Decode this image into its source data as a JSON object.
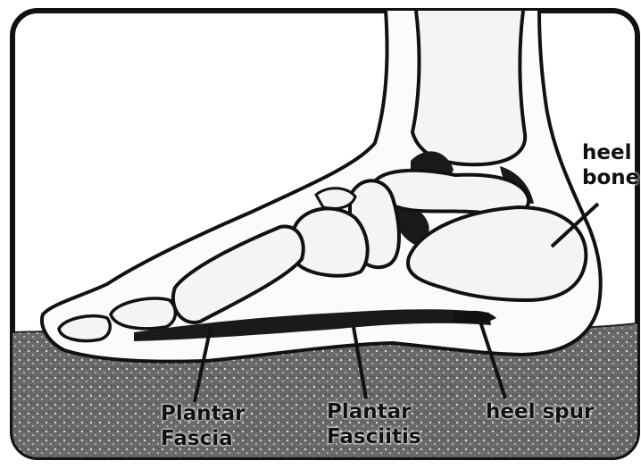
{
  "diagram": {
    "labels": {
      "heel_bone_line1": "heel",
      "heel_bone_line2": "bone",
      "plantar_fascia_line1": "Plantar",
      "plantar_fascia_line2": "Fascia",
      "plantar_fasciitis_line1": "Plantar",
      "plantar_fasciitis_line2": "Fasciitis",
      "heel_spur": "heel spur"
    },
    "colors": {
      "ink": "#111111",
      "paper": "#ffffff",
      "ground": "#555555",
      "inflamed_fascia": "#1a1a1a"
    }
  }
}
